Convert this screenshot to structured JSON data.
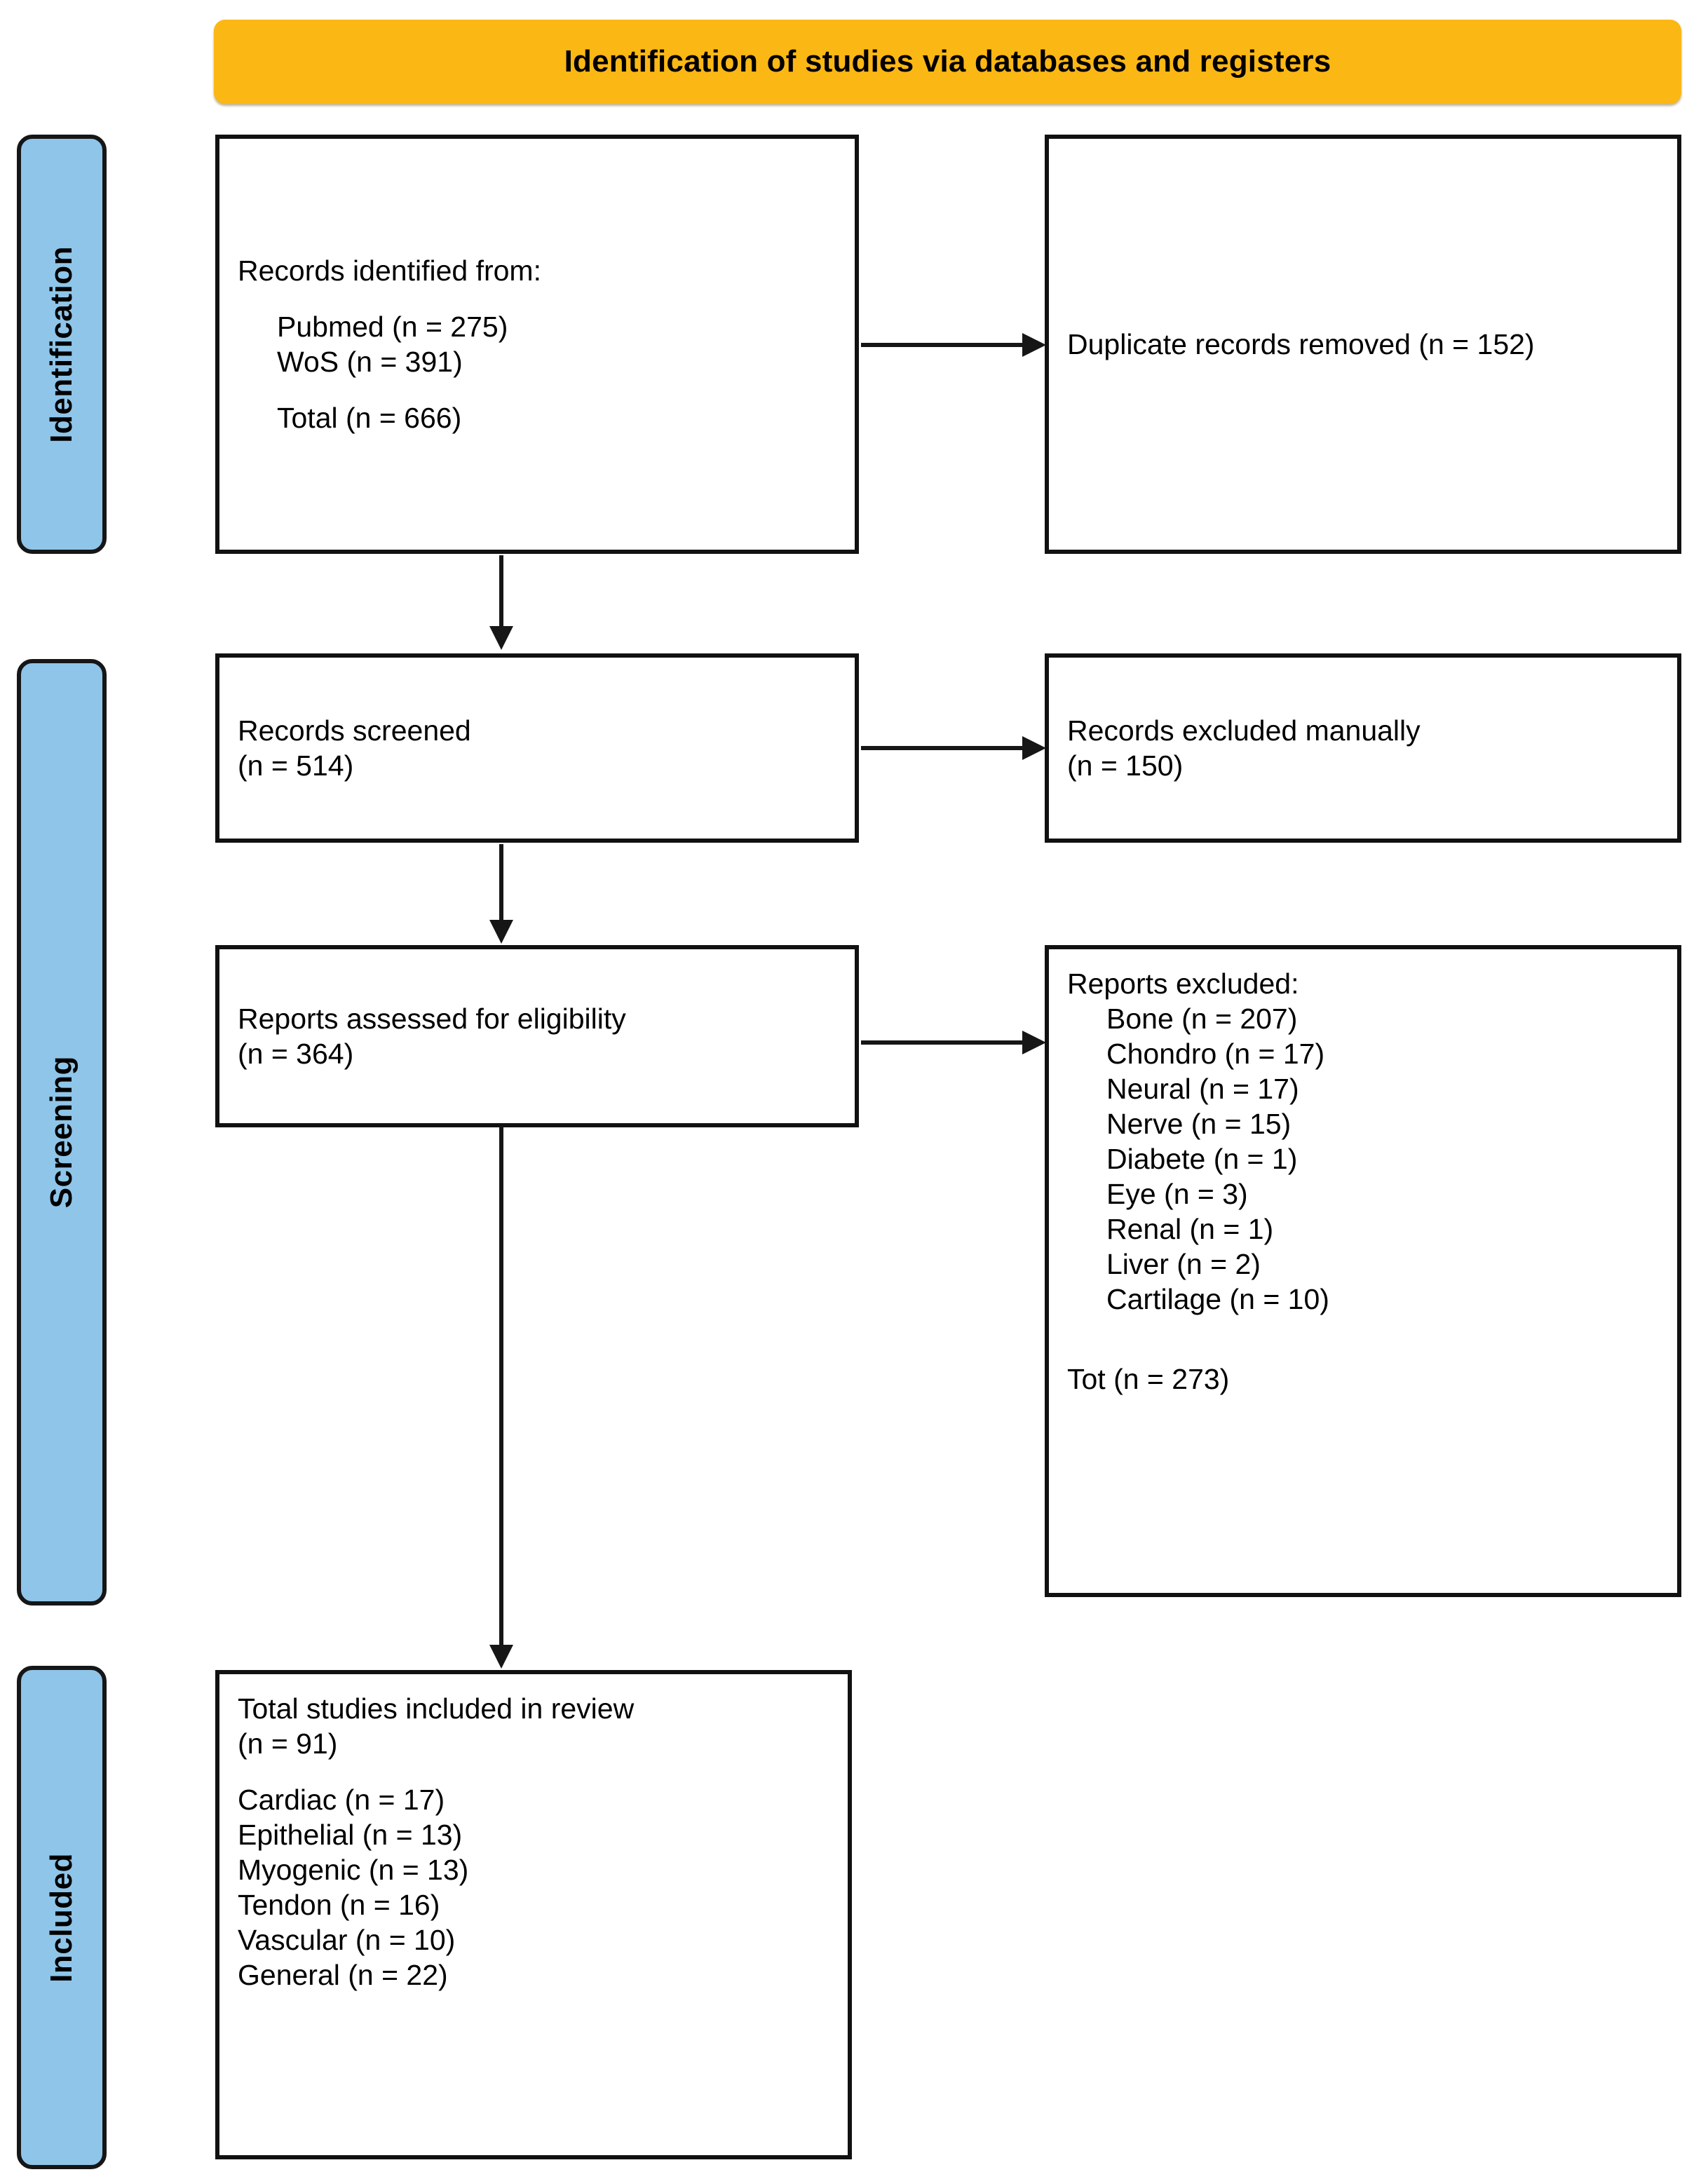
{
  "banner": {
    "title": "Identification of studies via databases and registers",
    "bg_color": "#FBB714",
    "text_color": "#000000"
  },
  "stages": {
    "identification": "Identification",
    "screening": "Screening",
    "included": "Included",
    "bg_color": "#8FC5E9",
    "border_color": "#161616"
  },
  "boxes": {
    "identified": {
      "lines": [
        "Records identified from:",
        "",
        "Pubmed (n = 275)",
        "WoS (n = 391)",
        "",
        "Total (n = 666)"
      ],
      "heading": "Records identified from:",
      "sources": [
        "Pubmed (n = 275)",
        "WoS (n = 391)"
      ],
      "total": "Total (n = 666)"
    },
    "duplicates": {
      "text": "Duplicate records removed (n = 152)"
    },
    "screened": {
      "line1": "Records screened",
      "line2": "(n = 514)"
    },
    "excluded_manual": {
      "line1": "Records excluded manually",
      "line2": "(n = 150)"
    },
    "eligibility": {
      "line1": "Reports assessed for eligibility",
      "line2": "(n = 364)"
    },
    "reports_excluded": {
      "heading": "Reports excluded:",
      "items": [
        "Bone (n = 207)",
        "Chondro (n = 17)",
        "Neural (n = 17)",
        "Nerve (n = 15)",
        "Diabete (n = 1)",
        "Eye (n = 3)",
        "Renal (n = 1)",
        "Liver (n = 2)",
        "Cartilage (n = 10)"
      ],
      "total": "Tot (n = 273)"
    },
    "included": {
      "line1": "Total studies included in review",
      "line2": "(n = 91)",
      "items": [
        "Cardiac (n = 17)",
        "Epithelial (n = 13)",
        "Myogenic (n = 13)",
        "Tendon (n = 16)",
        "Vascular (n = 10)",
        "General (n = 22)"
      ]
    }
  },
  "chart_data": {
    "type": "diagram",
    "title": "Identification of studies via databases and registers",
    "flow": "PRISMA study selection flow diagram",
    "stages": [
      "Identification",
      "Screening",
      "Included"
    ],
    "nodes": [
      {
        "id": "identified",
        "stage": "Identification",
        "label": "Records identified from",
        "pubmed": 275,
        "wos": 391,
        "total": 666
      },
      {
        "id": "duplicates",
        "stage": "Identification",
        "label": "Duplicate records removed",
        "n": 152
      },
      {
        "id": "screened",
        "stage": "Screening",
        "label": "Records screened",
        "n": 514
      },
      {
        "id": "excluded_manual",
        "stage": "Screening",
        "label": "Records excluded manually",
        "n": 150
      },
      {
        "id": "eligibility",
        "stage": "Screening",
        "label": "Reports assessed for eligibility",
        "n": 364
      },
      {
        "id": "reports_excluded",
        "stage": "Screening",
        "label": "Reports excluded",
        "n": 273,
        "breakdown": {
          "Bone": 207,
          "Chondro": 17,
          "Neural": 17,
          "Nerve": 15,
          "Diabete": 1,
          "Eye": 3,
          "Renal": 1,
          "Liver": 2,
          "Cartilage": 10
        }
      },
      {
        "id": "included",
        "stage": "Included",
        "label": "Total studies included in review",
        "n": 91,
        "breakdown": {
          "Cardiac": 17,
          "Epithelial": 13,
          "Myogenic": 13,
          "Tendon": 16,
          "Vascular": 10,
          "General": 22
        }
      }
    ],
    "edges": [
      {
        "from": "identified",
        "to": "duplicates"
      },
      {
        "from": "identified",
        "to": "screened"
      },
      {
        "from": "screened",
        "to": "excluded_manual"
      },
      {
        "from": "screened",
        "to": "eligibility"
      },
      {
        "from": "eligibility",
        "to": "reports_excluded"
      },
      {
        "from": "eligibility",
        "to": "included"
      }
    ]
  }
}
